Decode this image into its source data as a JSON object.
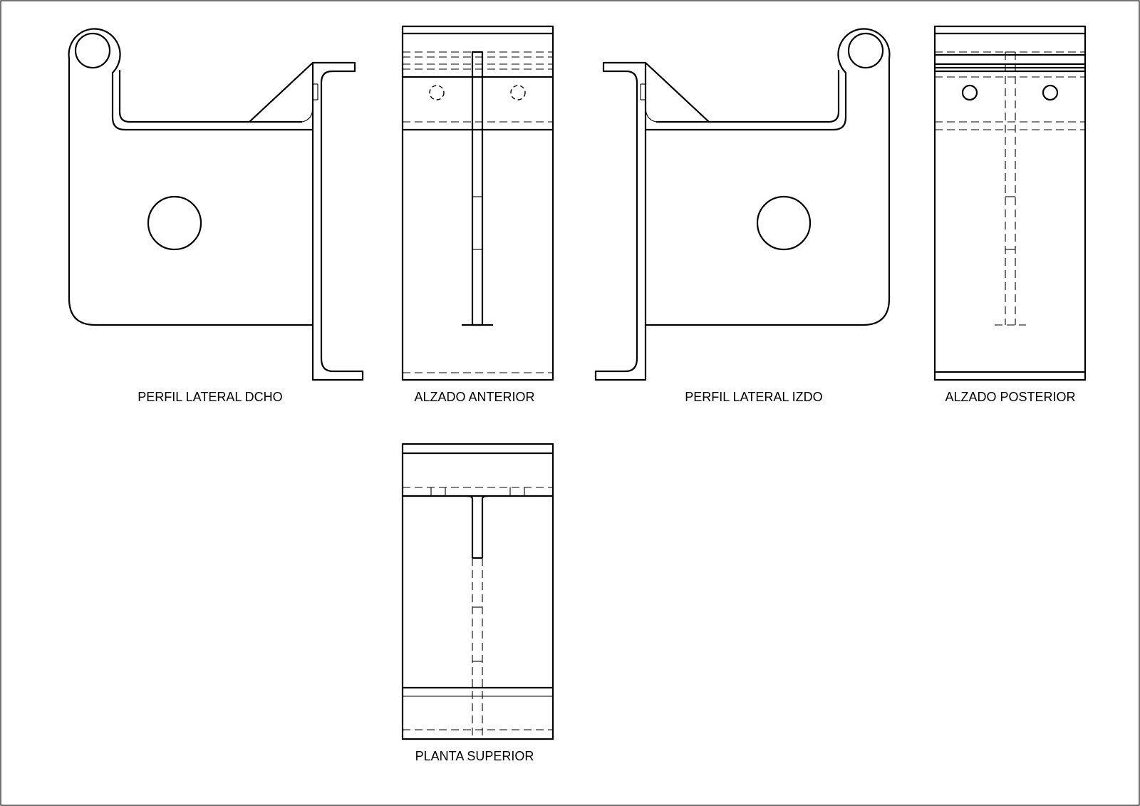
{
  "views": [
    {
      "id": "right-side",
      "label": "PERFIL LATERAL DCHO"
    },
    {
      "id": "front",
      "label": "ALZADO ANTERIOR"
    },
    {
      "id": "left-side",
      "label": "PERFIL LATERAL IZDO"
    },
    {
      "id": "rear",
      "label": "ALZADO POSTERIOR"
    },
    {
      "id": "top",
      "label": "PLANTA SUPERIOR"
    }
  ]
}
